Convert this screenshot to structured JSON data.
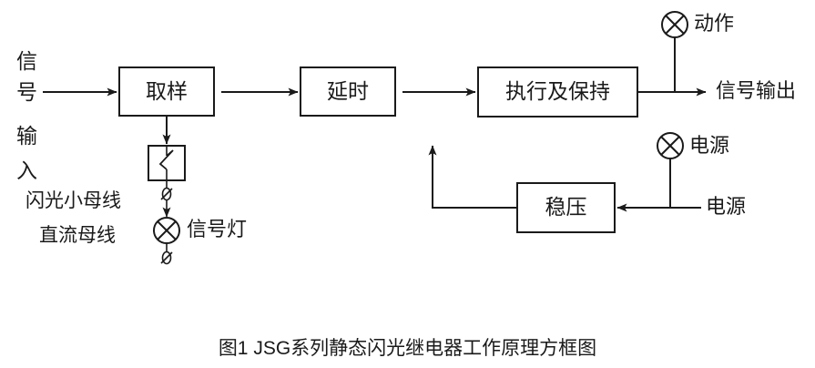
{
  "figure": {
    "caption": "图1  JSG系列静态闪光继电器工作原理方框图",
    "background_color": "#ffffff",
    "line_color": "#1a1a1a",
    "text_color": "#1a1a1a"
  },
  "input": {
    "vertical_label_chars": [
      "信",
      "号",
      "输",
      "入"
    ],
    "vertical_label_text": "信号输入"
  },
  "blocks": [
    {
      "id": "sampling",
      "label": "取样"
    },
    {
      "id": "delay",
      "label": "延时"
    },
    {
      "id": "execute-hold",
      "label": "执行及保持"
    },
    {
      "id": "voltage-regulator",
      "label": "稳压"
    }
  ],
  "bus_labels": {
    "flash_bus": "闪光小母线",
    "dc_bus": "直流母线"
  },
  "lamps": [
    {
      "id": "signal-lamp",
      "label": "信号灯"
    },
    {
      "id": "action-lamp",
      "label": "动作"
    },
    {
      "id": "power-lamp",
      "label": "电源"
    }
  ],
  "outputs": {
    "signal_output": "信号输出",
    "power_source": "电源"
  }
}
